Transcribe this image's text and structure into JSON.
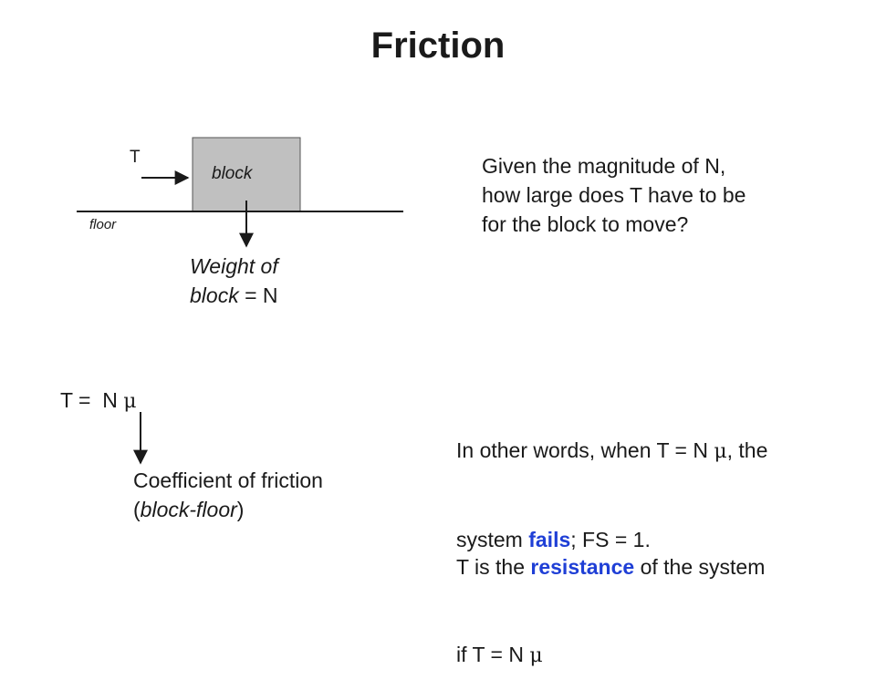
{
  "title": "Friction",
  "diagram": {
    "tension_label": "T",
    "block_label": "block",
    "floor_label": "floor",
    "weight_line1_italic": "Weight of",
    "weight_line2_italic": "block",
    "weight_line2_rest": " = N"
  },
  "question": {
    "line1": "Given the magnitude of N,",
    "line2": "how large does T have to be",
    "line3": "for the block to move?"
  },
  "equation": {
    "lhs": "T =  N ",
    "mu": "μ"
  },
  "coefficient": {
    "line1": "Coefficient of friction",
    "line2_open": "(",
    "line2_italic": "block-floor",
    "line2_close": ")"
  },
  "failure": {
    "line1_pre": "In other words, when T = N ",
    "line1_mu": "μ",
    "line1_post": ", the",
    "line2_pre": "system ",
    "line2_hl": "fails",
    "line2_post": "; FS = 1."
  },
  "resistance": {
    "line1_pre": "T is the ",
    "line1_hl": "resistance",
    "line1_post": " of the system",
    "line2_pre": "if T = N ",
    "line2_mu": "μ"
  },
  "colors": {
    "block_fill": "#c0c0c0",
    "highlight": "#1f3fd6"
  }
}
